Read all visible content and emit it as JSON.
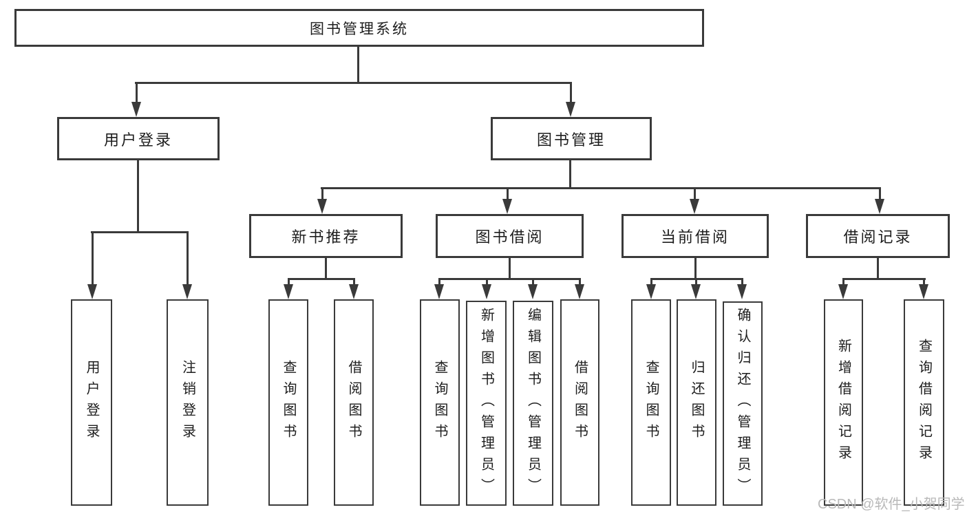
{
  "diagram": {
    "title": "图书管理系统",
    "watermark": "CSDN @软件_小贺同学",
    "colors": {
      "line": "#3a3a3a",
      "text": "#1d1d1d",
      "box_bg": "#ffffff",
      "watermark": "#b9b9b9"
    },
    "level1": [
      {
        "label": "用户登录"
      },
      {
        "label": "图书管理"
      }
    ],
    "level2": [
      {
        "label": "新书推荐"
      },
      {
        "label": "图书借阅"
      },
      {
        "label": "当前借阅"
      },
      {
        "label": "借阅记录"
      }
    ],
    "leaves": [
      {
        "label": "用户登录"
      },
      {
        "label": "注销登录"
      },
      {
        "label": "查询图书"
      },
      {
        "label": "借阅图书"
      },
      {
        "label": "查询图书"
      },
      {
        "label": "新增图书（管理员）"
      },
      {
        "label": "编辑图书（管理员）"
      },
      {
        "label": "借阅图书"
      },
      {
        "label": "查询图书"
      },
      {
        "label": "归还图书"
      },
      {
        "label": "确认归还（管理员）"
      },
      {
        "label": "新增借阅记录"
      },
      {
        "label": "查询借阅记录"
      }
    ]
  }
}
